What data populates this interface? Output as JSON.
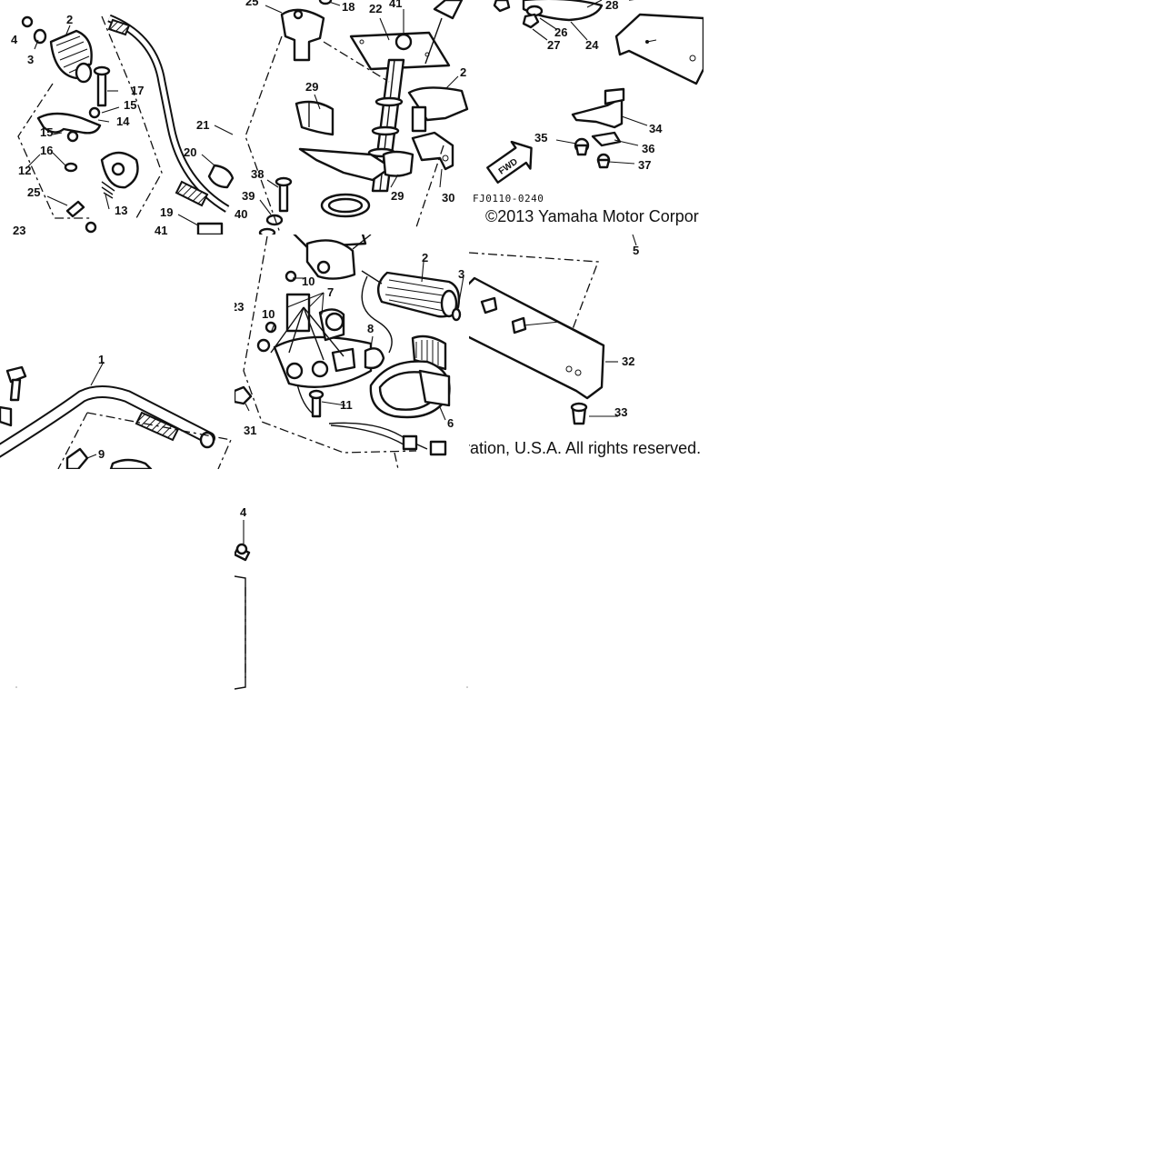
{
  "diagram": {
    "code": "FJ0110-0240",
    "copyright_visible": "©2013 Yamaha Motor Corpor",
    "copyright_tail": "ration, U.S.A. All rights reserved.",
    "badge": "FWD",
    "callouts": {
      "a": [
        "4",
        "2",
        "3",
        "17",
        "15",
        "14",
        "15",
        "16",
        "12",
        "13",
        "25",
        "23",
        "21",
        "20",
        "19",
        "41"
      ],
      "b": [
        "25",
        "18",
        "22",
        "41",
        "29",
        "38",
        "39",
        "40",
        "29",
        "30",
        "2"
      ],
      "c": [
        "28",
        "26",
        "27",
        "24",
        "34",
        "35",
        "36",
        "37"
      ],
      "d": [
        "1",
        "9"
      ],
      "e": [
        "23",
        "10",
        "10",
        "7",
        "31",
        "11",
        "8",
        "2",
        "3",
        "6"
      ],
      "f": [
        "5",
        "32",
        "33"
      ],
      "h": [
        "4"
      ]
    }
  }
}
